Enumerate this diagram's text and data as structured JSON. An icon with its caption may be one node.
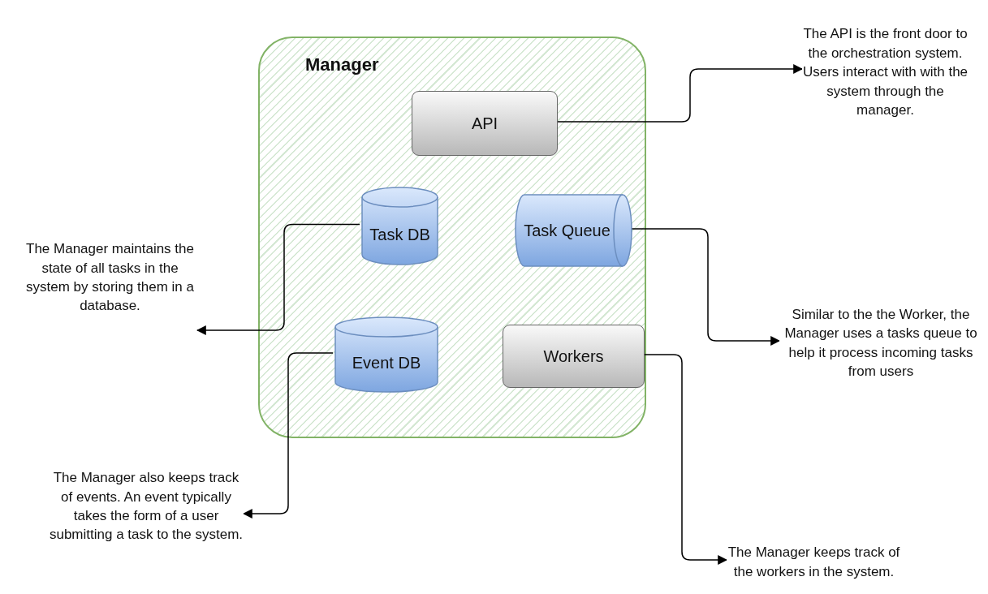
{
  "diagram": {
    "nodes": [
      {
        "text": [
          "Manager"
        ]
      },
      {
        "text": [
          "API"
        ],
        "in": 0
      },
      {
        "text": [
          "Task DB"
        ],
        "in": 0
      },
      {
        "text": [
          "Task Queue"
        ],
        "in": 0
      },
      {
        "text": [
          "Event DB"
        ],
        "in": 0
      },
      {
        "text": [
          "Workers"
        ],
        "in": 0
      },
      {
        "text": [
          "The API is the front door to the orchestration system. Users interact with with the system through the manager."
        ]
      },
      {
        "text": [
          "The Manager maintains the state of all tasks in the system by storing them in a database."
        ]
      },
      {
        "text": [
          "Similar to the the Worker, the Manager uses a tasks queue to help it process incoming tasks from users"
        ]
      },
      {
        "text": [
          "The Manager also keeps track of events. An event typically takes the form of a user submitting a task to the system."
        ]
      },
      {
        "text": [
          "The Manager keeps track of the workers in the system."
        ]
      }
    ],
    "edges": [
      {
        "from": 1,
        "to": 6,
        "arrow": "to"
      },
      {
        "from": 2,
        "to": 7,
        "arrow": "to"
      },
      {
        "from": 3,
        "to": 8,
        "arrow": "to"
      },
      {
        "from": 4,
        "to": 9,
        "arrow": "to"
      },
      {
        "from": 5,
        "to": 10,
        "arrow": "to"
      }
    ]
  }
}
